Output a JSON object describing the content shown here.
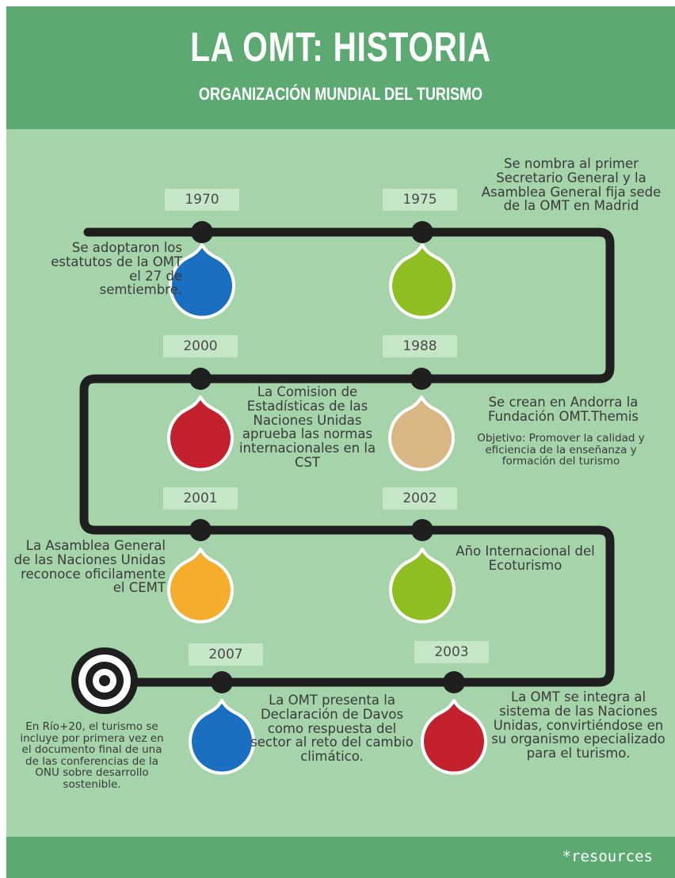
{
  "title": "LA OMT: HISTORIA",
  "subtitle": "ORGANIZACIÓN MUNDIAL DEL TURISMO",
  "footer": "*resources",
  "colors": {
    "header": "#5caa72",
    "background": "#a5d4aa",
    "line": "#1f1f1f",
    "blue": "#1a6fc0",
    "green": "#8fbe22",
    "red": "#c4212e",
    "tan": "#d8b784",
    "orange": "#f5ad2c"
  },
  "events": [
    {
      "year": "1970",
      "color": "blue",
      "icon": "blue-drop-marker",
      "text": "Se adoptaron los estatutos de la OMT el 27 de semtiembre."
    },
    {
      "year": "1975",
      "color": "green",
      "icon": "green-drop-marker",
      "text": "Se nombra al primer Secretario General y la Asamblea General fija sede de la OMT en Madrid"
    },
    {
      "year": "1988",
      "color": "tan",
      "icon": "tan-drop-marker",
      "text": "Se crean en Andorra la Fundación OMT.Themis",
      "subtext": "Objetivo: Promover la calidad y eficiencia de la enseñanza y formación del turismo"
    },
    {
      "year": "2000",
      "color": "red",
      "icon": "red-drop-marker",
      "text": "La Comision de Estadísticas de las Naciones Unidas aprueba las normas internacionales en la CST"
    },
    {
      "year": "2001",
      "color": "orange",
      "icon": "orange-drop-marker",
      "text": "La Asamblea General de las Naciones Unidas reconoce oficilamente el CEMT"
    },
    {
      "year": "2002",
      "color": "green",
      "icon": "green-drop-marker",
      "text": "Año Internacional del Ecoturismo"
    },
    {
      "year": "2003",
      "color": "red",
      "icon": "red-drop-marker",
      "text": "La OMT se integra al sistema de las Naciones Unidas, convirtiéndose en su organismo epecializado para el turismo."
    },
    {
      "year": "2007",
      "color": "blue",
      "icon": "blue-drop-marker",
      "text": "La OMT presenta la Declaración de Davos como respuesta del sector al reto del cambio climático."
    }
  ],
  "end": {
    "icon": "target-icon",
    "text": "En Río+20, el turismo se incluye por primera vez en el documento final de una de las conferencias de la ONU sobre desarrollo sostenible."
  }
}
